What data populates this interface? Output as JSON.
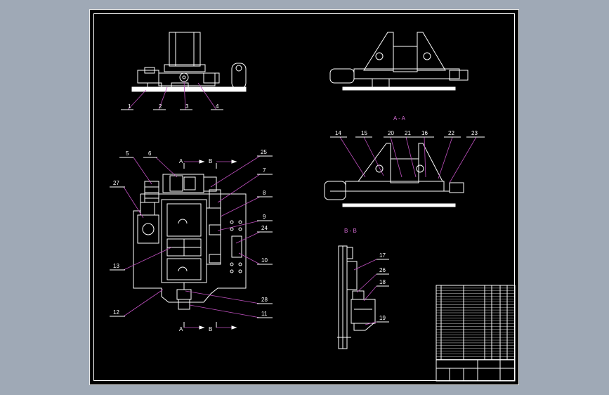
{
  "sheet": {
    "background": "#000000",
    "frame_color": "#e8e8e8",
    "outer_bg": "#9fa9b6",
    "leader_color": "#c050c0"
  },
  "section_labels": {
    "aa_title": "A - A",
    "bb_title": "B - B",
    "cut_a": "A",
    "cut_b": "B"
  },
  "part_numbers": {
    "front": [
      "1",
      "2",
      "3",
      "4"
    ],
    "plan": [
      "5",
      "6",
      "25",
      "7",
      "8",
      "9",
      "24",
      "10",
      "27",
      "13",
      "12",
      "28",
      "11"
    ],
    "section_aa": [
      "14",
      "15",
      "20",
      "21",
      "16",
      "22",
      "23"
    ],
    "section_bb": [
      "17",
      "26",
      "18",
      "19"
    ]
  }
}
